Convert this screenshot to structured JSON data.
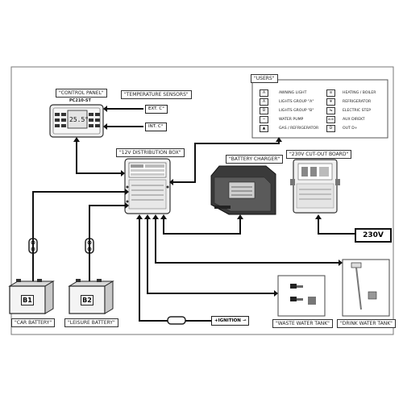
{
  "labels": {
    "control_panel": "\"CONTROL PANEL\"",
    "control_panel_model": "PC210-ST",
    "temperature_sensors": "\"TEMPERATURE SENSORS\"",
    "ext": "EXT. C°",
    "int": "INT. C°",
    "distribution_box": "\"12V DISTRIBUTION BOX\"",
    "battery_charger": "\"BATTERY CHARGER\"",
    "cutout_board": "\"230V CUT-OUT BOARD\"",
    "users": "\"USERS\"",
    "car_battery": "\"CAR BATTERY\"",
    "leisure_battery": "\"LEISURE BATTERY\"",
    "b1": "B1",
    "b2": "B2",
    "ignition": "+IGNITION",
    "v230": "230V",
    "waste_tank": "\"WASTE WATER TANK\"",
    "drink_tank": "\"DRINK WATER TANK\"",
    "lcd_reading": "25.5°"
  },
  "users": [
    {
      "icon": "A",
      "label": "AWNING LIGHT"
    },
    {
      "icon": "A",
      "label": "LIGHTS GROUP \"A\""
    },
    {
      "icon": "B",
      "label": "LIGHTS GROUP \"B\""
    },
    {
      "icon": "~",
      "label": "WATER PUMP"
    },
    {
      "icon": "▲",
      "label": "GAS / REFRIGERATOR"
    },
    {
      "icon": "≡",
      "label": "HEATING / BOILER"
    },
    {
      "icon": "❄",
      "label": "REFRIGERATOR"
    },
    {
      "icon": "⇋",
      "label": "ELECTRIC STEP"
    },
    {
      "icon": "AUX",
      "label": "AUX DIREKT"
    },
    {
      "icon": "D",
      "label": "OUT D+"
    }
  ]
}
